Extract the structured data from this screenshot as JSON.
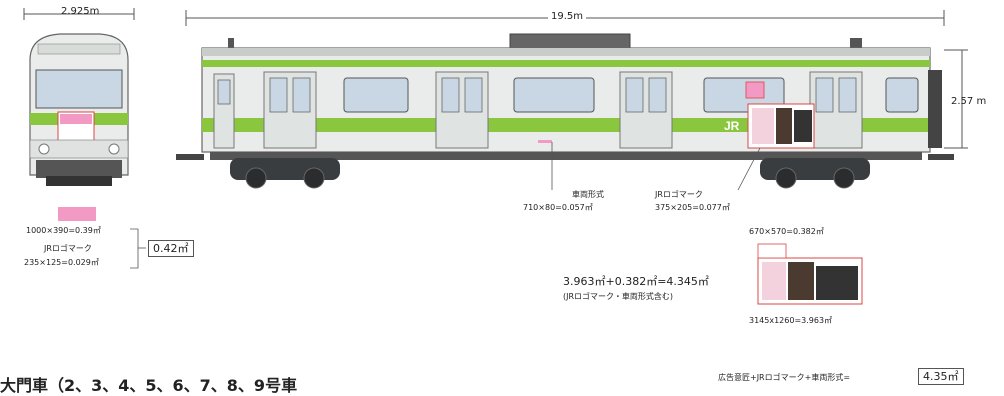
{
  "dimensions": {
    "front_width": "2.925m",
    "side_length": "19.5m",
    "side_height": "2.57 m"
  },
  "front_panel": {
    "row1": "1000×390=0.39㎡",
    "row2_label": "JRロゴマーク",
    "row3": "235×125=0.029㎡",
    "total": "0.42㎡"
  },
  "side_callouts": {
    "vehicle_type_label": "車両形式",
    "vehicle_type_value": "710×80=0.057㎡",
    "jr_logo_label": "JRロゴマーク",
    "jr_logo_value": "375×205=0.077㎡",
    "ad_upper_value": "670×570=0.382㎡",
    "ad_lower_value": "3145x1260=3.963㎡"
  },
  "summary": {
    "formula": "3.963㎡+0.382㎡=4.345㎡",
    "note": "(JRロゴマーク・車両形式含む)",
    "bottom_label": "広告意匠+JRロゴマーク+車両形式=",
    "bottom_total": "4.35㎡"
  },
  "partial_heading": "大門車（2、3、4、5、6、7、8、9号車",
  "colors": {
    "yamanote_green": "#8bc63f",
    "body_silver": "#e9ecea",
    "window_blue": "#c9d6e3",
    "pink_marker": "#f29ac4",
    "wheel_dark": "#3a3d3f"
  }
}
